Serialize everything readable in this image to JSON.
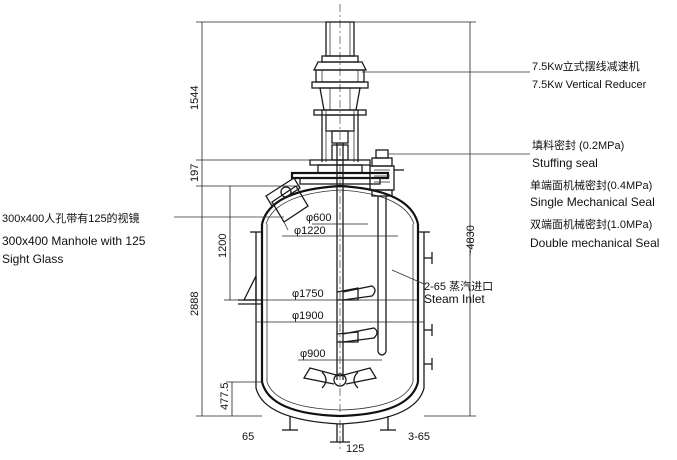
{
  "dimensions": {
    "motor_height": "1544",
    "flange_height": "197",
    "manhole_height": "1200",
    "vessel_height": "2888",
    "bottom_height": "477.5",
    "overall_height": "~4830",
    "dia_600": "φ600",
    "dia_1220": "φ1220",
    "dia_1750": "φ1750",
    "dia_1900": "φ1900",
    "dia_900": "φ900",
    "bottom_left": "65",
    "bottom_center": "125",
    "bottom_right": "3-65"
  },
  "callouts": {
    "reducer": {
      "cn": "7.5Kw立式摆线减速机",
      "en": "7.5Kw Vertical Reducer"
    },
    "stuffing": {
      "cn": "填料密封 (0.2MPa)",
      "en": "Stuffing seal"
    },
    "single": {
      "cn": "单端面机械密封(0.4MPa)",
      "en": "Single Mechanical Seal"
    },
    "double": {
      "cn": "双端面机械密封(1.0MPa)",
      "en": "Double mechanical Seal"
    },
    "steam": {
      "cn": "2-65 蒸汽进口",
      "en": "Steam Inlet"
    },
    "manhole": {
      "cn": "300x400人孔带有125的视镜",
      "en1": "300x400 Manhole with 125",
      "en2": "Sight Glass"
    }
  }
}
